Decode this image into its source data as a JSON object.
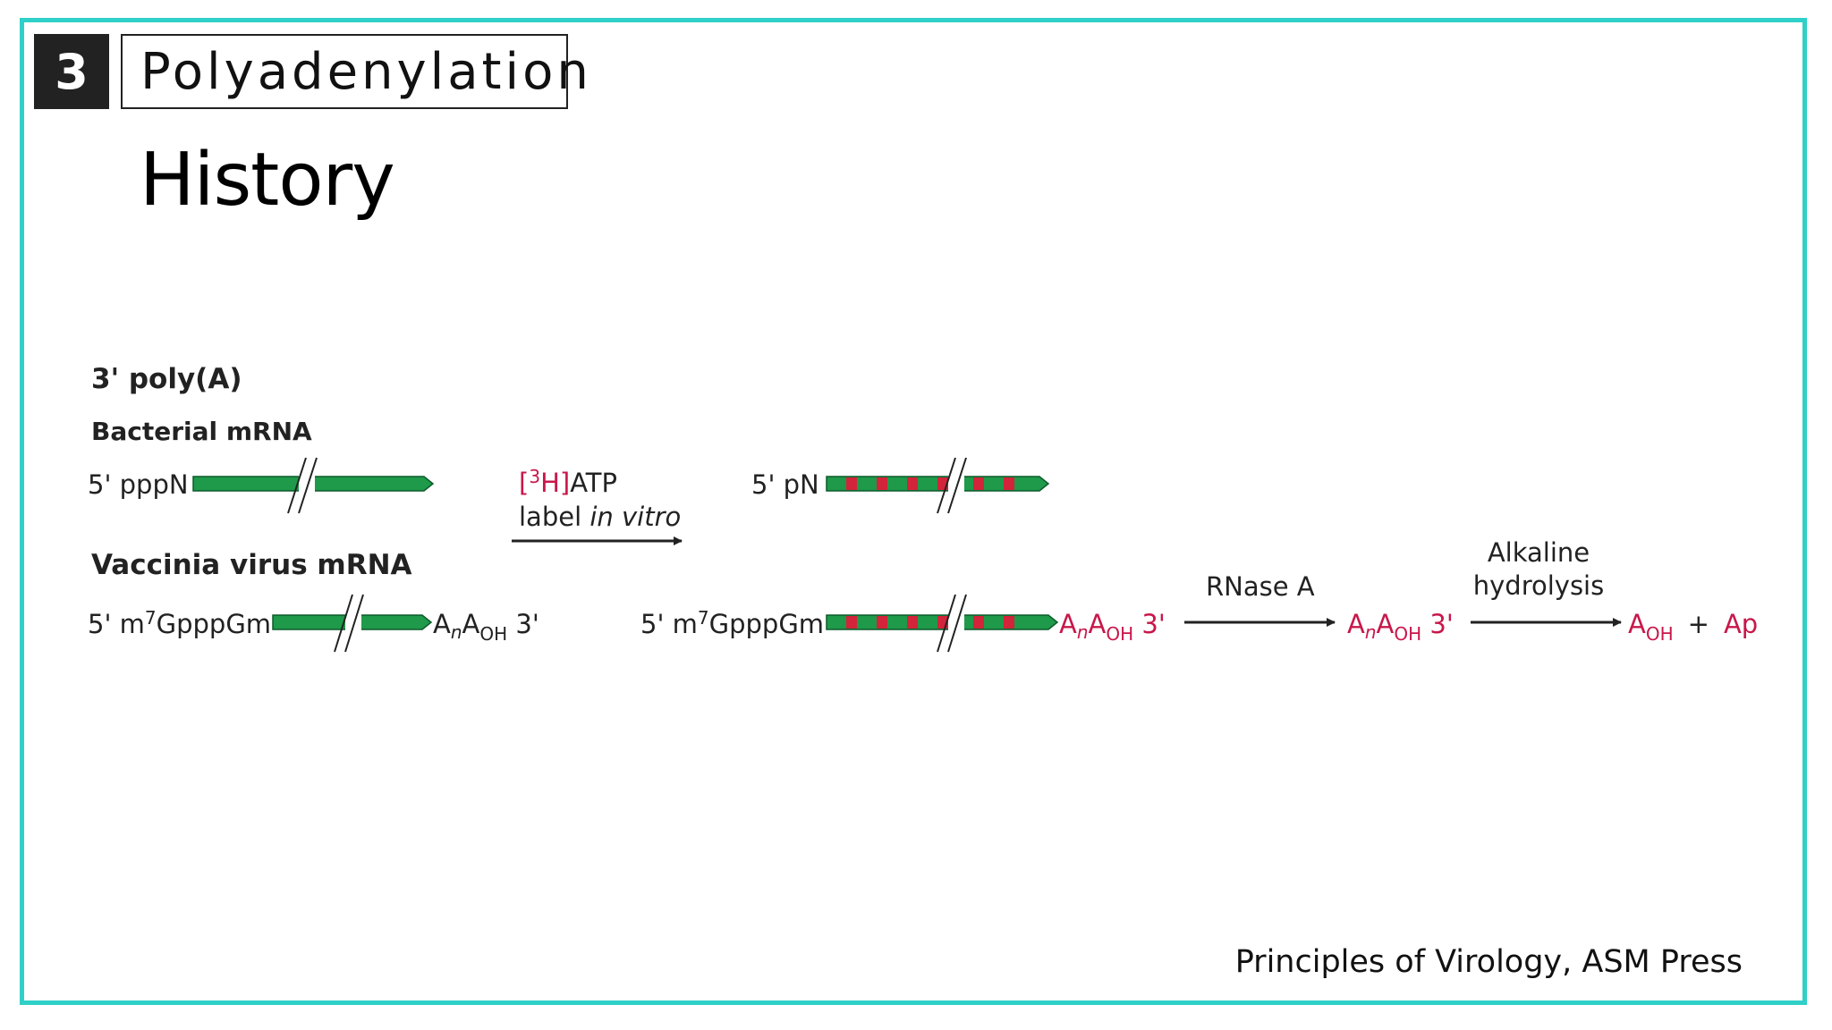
{
  "section": {
    "number": "3",
    "title": "Polyadenylation"
  },
  "slide_title": "History",
  "diagram": {
    "heading": "3' poly(A)",
    "bacterial": {
      "label": "Bacterial mRNA",
      "five_prime": "5' pppN"
    },
    "labeling": {
      "reagent_open": "[",
      "reagent_sup": "3",
      "reagent_close": "H]",
      "reagent_rest": "ATP",
      "line2_plain": "label ",
      "line2_italic": "in vitro"
    },
    "labeled_bacterial": {
      "five_prime": "5' pN"
    },
    "vaccinia": {
      "label": "Vaccinia virus mRNA",
      "five_prime_pre": "5' m",
      "five_prime_sup": "7",
      "five_prime_post": "GpppGm",
      "tail_a": "A",
      "tail_n": "n",
      "tail_a2": "A",
      "tail_oh": "OH",
      "tail_end": " 3'"
    },
    "labeled_vaccinia": {
      "five_prime_pre": "5' m",
      "five_prime_sup": "7",
      "five_prime_post": "GpppGm",
      "tail_a": "A",
      "tail_n": "n",
      "tail_a2": "A",
      "tail_oh": "OH",
      "tail_end": " 3'"
    },
    "rnase_label": "RNase A",
    "rnase_product": {
      "a": "A",
      "n": "n",
      "a2": "A",
      "oh": "OH",
      "end": " 3'"
    },
    "alkaline_label_1": "Alkaline",
    "alkaline_label_2": "hydrolysis",
    "final_products": {
      "a": "A",
      "oh": "OH",
      "plus": "+",
      "ap": "Ap"
    }
  },
  "citation": "Principles of Virology, ASM Press",
  "colors": {
    "frame": "#2fd0c8",
    "rna_green": "#1e9a4a",
    "label_red": "#c8174a",
    "section_box": "#222222"
  }
}
